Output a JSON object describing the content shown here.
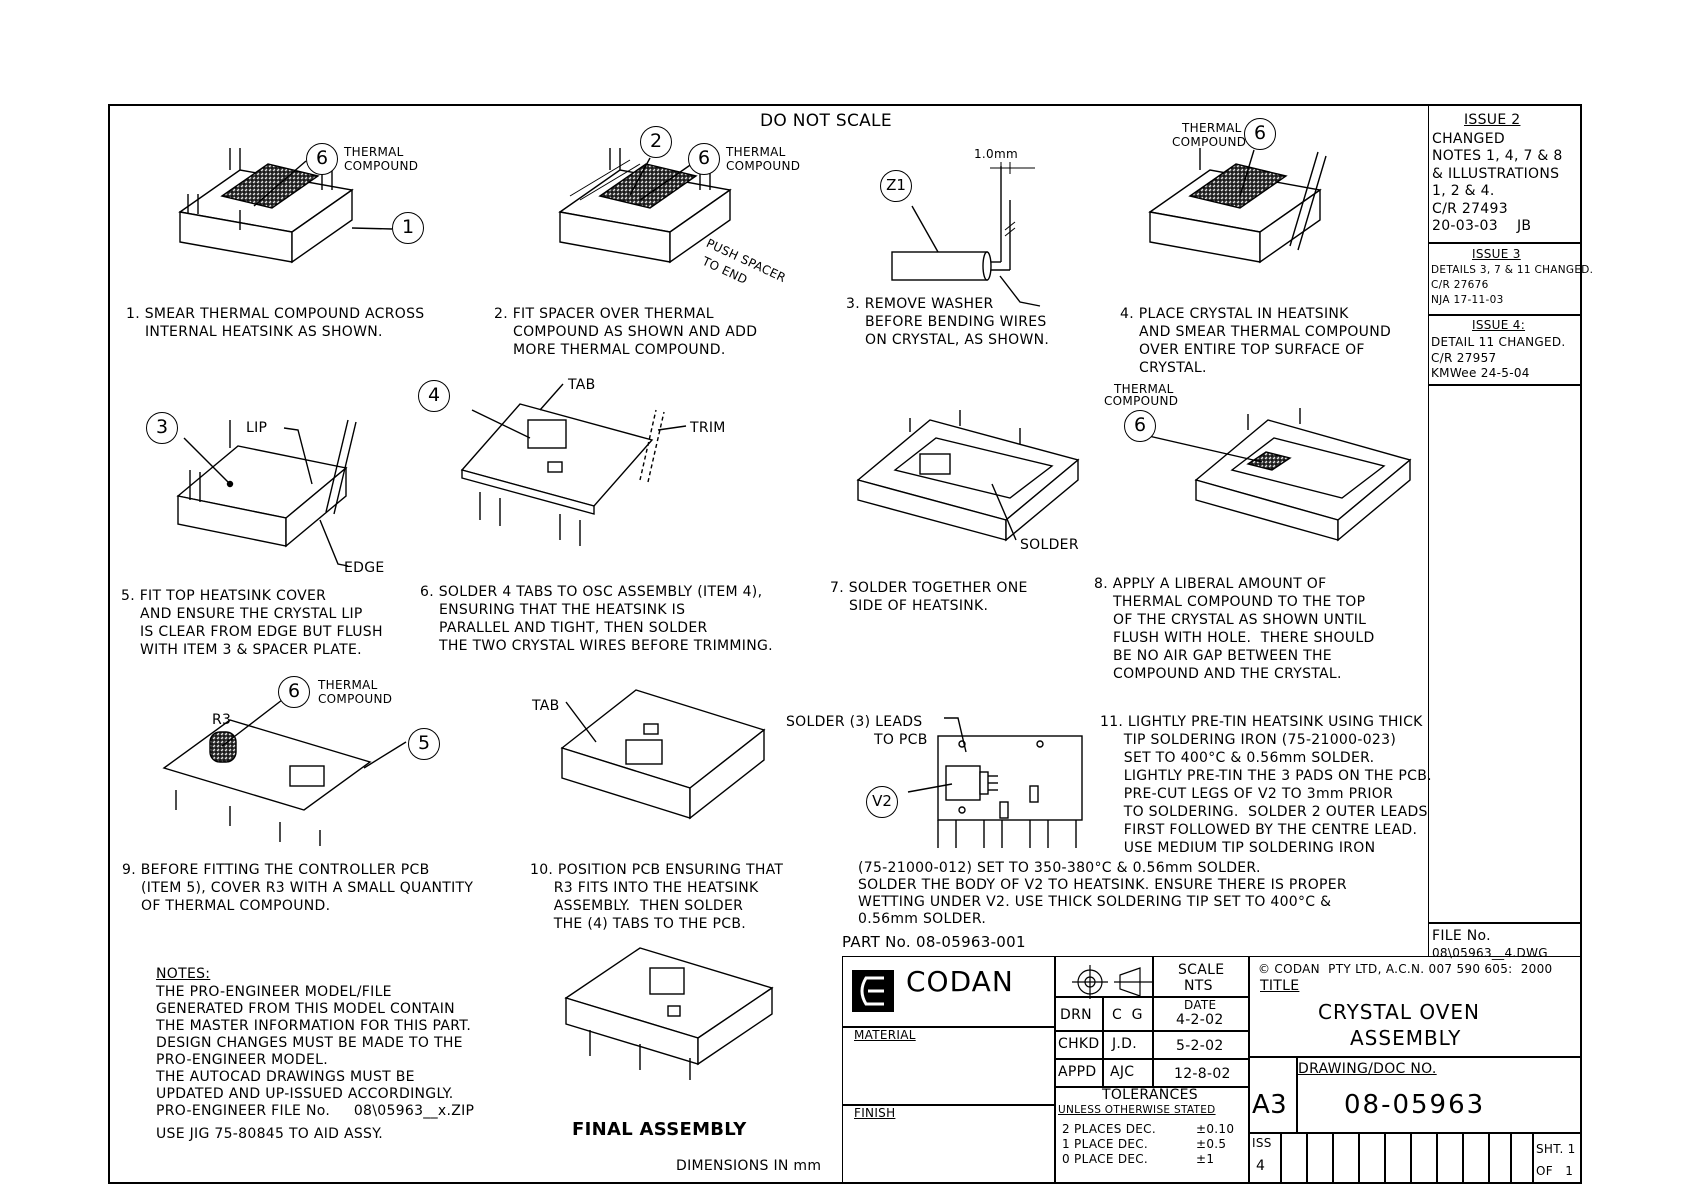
{
  "header": {
    "do_not_scale": "DO NOT SCALE"
  },
  "revisions": {
    "issue2": {
      "title": "ISSUE 2",
      "lines": [
        "CHANGED",
        "NOTES 1, 4, 7 & 8",
        "& ILLUSTRATIONS",
        "1, 2 & 4.",
        "C/R 27493",
        "20-03-03    JB"
      ]
    },
    "issue3": {
      "title": "ISSUE 3",
      "lines": [
        "DETAILS 3, 7 & 11 CHANGED.",
        "C/R 27676",
        "NJA 17-11-03"
      ]
    },
    "issue4": {
      "title": "ISSUE 4:",
      "lines": [
        "DETAIL 11 CHANGED.",
        "C/R 27957",
        "KMWee 24-5-04"
      ]
    },
    "file_label": "FILE No.",
    "file_value": "08\\05963__4.DWG"
  },
  "labels": {
    "thermal": "THERMAL",
    "compound": "COMPOUND",
    "push_spacer": "PUSH SPACER",
    "to_end": "TO END",
    "dim": "1.0mm",
    "lip": "LIP",
    "edge": "EDGE",
    "tab": "TAB",
    "trim": "TRIM",
    "solder": "SOLDER",
    "r3": "R3",
    "solder_leads": "SOLDER (3) LEADS",
    "to_pcb": "TO PCB"
  },
  "callouts": {
    "c1": "1",
    "c2": "2",
    "c3": "3",
    "c4": "4",
    "c5": "5",
    "c6": "6",
    "z1": "Z1",
    "v2": "V2"
  },
  "steps": {
    "s1": [
      "1. SMEAR THERMAL COMPOUND ACROSS",
      "    INTERNAL HEATSINK AS SHOWN."
    ],
    "s2": [
      "2. FIT SPACER OVER THERMAL",
      "    COMPOUND AS SHOWN AND ADD",
      "    MORE THERMAL COMPOUND."
    ],
    "s3": [
      "3. REMOVE WASHER",
      "    BEFORE BENDING WIRES",
      "    ON CRYSTAL, AS SHOWN."
    ],
    "s4": [
      "4. PLACE CRYSTAL IN HEATSINK",
      "    AND SMEAR THERMAL COMPOUND",
      "    OVER ENTIRE TOP SURFACE OF",
      "    CRYSTAL."
    ],
    "s5": [
      "5. FIT TOP HEATSINK COVER",
      "    AND ENSURE THE CRYSTAL LIP",
      "    IS CLEAR FROM EDGE BUT FLUSH",
      "    WITH ITEM 3 & SPACER PLATE."
    ],
    "s6": [
      "6. SOLDER 4 TABS TO OSC ASSEMBLY (ITEM 4),",
      "    ENSURING THAT THE HEATSINK IS",
      "    PARALLEL AND TIGHT, THEN SOLDER",
      "    THE TWO CRYSTAL WIRES BEFORE TRIMMING."
    ],
    "s7": [
      "7. SOLDER TOGETHER ONE",
      "    SIDE OF HEATSINK."
    ],
    "s8": [
      "8. APPLY A LIBERAL AMOUNT OF",
      "    THERMAL COMPOUND TO THE TOP",
      "    OF THE CRYSTAL AS SHOWN UNTIL",
      "    FLUSH WITH HOLE.  THERE SHOULD",
      "    BE NO AIR GAP BETWEEN THE",
      "    COMPOUND AND THE CRYSTAL."
    ],
    "s9": [
      "9. BEFORE FITTING THE CONTROLLER PCB",
      "    (ITEM 5), COVER R3 WITH A SMALL QUANTITY",
      "    OF THERMAL COMPOUND."
    ],
    "s10": [
      "10. POSITION PCB ENSURING THAT",
      "     R3 FITS INTO THE HEATSINK",
      "     ASSEMBLY.  THEN SOLDER",
      "     THE (4) TABS TO THE PCB."
    ],
    "s11a": [
      "11. LIGHTLY PRE-TIN HEATSINK USING THICK",
      "     TIP SOLDERING IRON (75-21000-023)",
      "     SET TO 400°C & 0.56mm SOLDER.",
      "     LIGHTLY PRE-TIN THE 3 PADS ON THE PCB.",
      "     PRE-CUT LEGS OF V2 TO 3mm PRIOR",
      "     TO SOLDERING.  SOLDER 2 OUTER LEADS",
      "     FIRST FOLLOWED BY THE CENTRE LEAD.",
      "     USE MEDIUM TIP SOLDERING IRON"
    ],
    "s11b": [
      "(75-21000-012) SET TO 350-380°C & 0.56mm SOLDER.",
      "SOLDER THE BODY OF V2 TO HEATSINK. ENSURE THERE IS PROPER",
      "WETTING UNDER V2. USE THICK SOLDERING TIP SET TO 400°C &",
      "0.56mm SOLDER."
    ]
  },
  "notes": {
    "title": "NOTES:",
    "lines": [
      "THE PRO-ENGINEER MODEL/FILE",
      "GENERATED FROM THIS MODEL CONTAIN",
      "THE MASTER INFORMATION FOR THIS PART.",
      "DESIGN CHANGES MUST BE MADE TO THE",
      "PRO-ENGINEER MODEL.",
      "THE AUTOCAD DRAWINGS MUST BE",
      "UPDATED AND UP-ISSUED ACCORDINGLY.",
      "PRO-ENGINEER FILE No.     08\\05963__x.ZIP"
    ],
    "jig": "USE JIG 75-80845 TO AID ASSY."
  },
  "final_assembly": "FINAL ASSEMBLY",
  "dimensions": "DIMENSIONS IN mm",
  "part_no": "PART No. 08-05963-001",
  "titleblock": {
    "company": "CODAN",
    "material": "MATERIAL",
    "finish": "FINISH",
    "scale_label": "SCALE",
    "scale_value": "NTS",
    "date_label": "DATE",
    "drn": "DRN",
    "drn_name": "C  G",
    "drn_date": "4-2-02",
    "chkd": "CHKD",
    "chkd_name": "J.D.",
    "chkd_date": "5-2-02",
    "appd": "APPD",
    "appd_name": "AJC",
    "appd_date": "12-8-02",
    "tolerances": "TOLERANCES",
    "unless": "UNLESS OTHERWISE STATED",
    "tol1": "2 PLACES DEC.",
    "tol1v": "±0.10",
    "tol2": "1 PLACE DEC.",
    "tol2v": "±0.5",
    "tol3": "0 PLACE DEC.",
    "tol3v": "±1",
    "copyright": "© CODAN  PTY LTD, A.C.N. 007 590 605:  2000",
    "title_label": "TITLE",
    "title1": "CRYSTAL OVEN",
    "title2": "ASSEMBLY",
    "drawing_label": "DRAWING/DOC NO.",
    "size": "A3",
    "drawing_no": "08-05963",
    "iss": "ISS",
    "iss_value": "4",
    "sht": "SHT. 1",
    "of": "OF   1"
  }
}
